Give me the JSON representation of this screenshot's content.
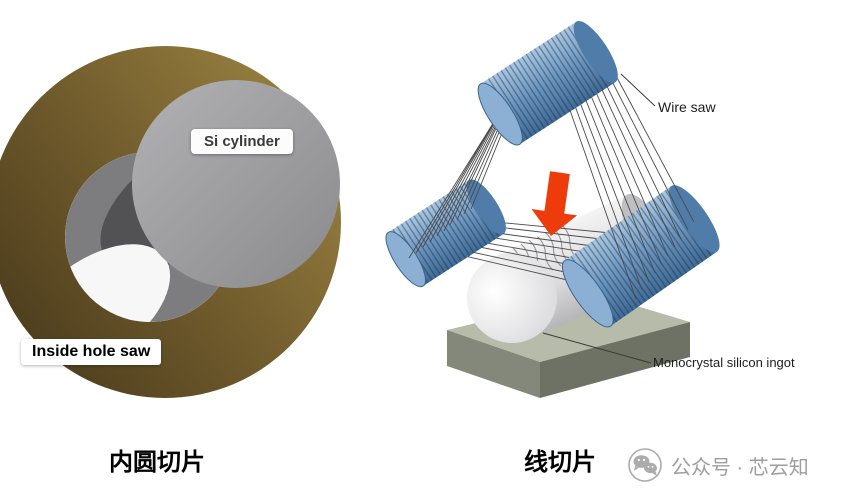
{
  "left_panel": {
    "si_cylinder_label": "Si cylinder",
    "saw_label": "Inside hole saw",
    "caption": "内圆切片"
  },
  "right_panel": {
    "wire_saw_label": "Wire saw",
    "ingot_label": "Monocrystal silicon ingot",
    "caption": "线切片"
  },
  "watermark": {
    "icon": "wechat-icon",
    "account_text": "公众号 · 芯云知"
  },
  "colors": {
    "background": "#ffffff",
    "blade_brown": "#76602f",
    "cylinder_gray": "#9a9a9c",
    "roller_blue": "#5e8ab4",
    "arrow_red": "#ee3b0b",
    "ingot_silver": "#e3e3e5",
    "base_gray": "#84887a",
    "text_black": "#111111",
    "watermark_gray": "#9e9e9e"
  }
}
